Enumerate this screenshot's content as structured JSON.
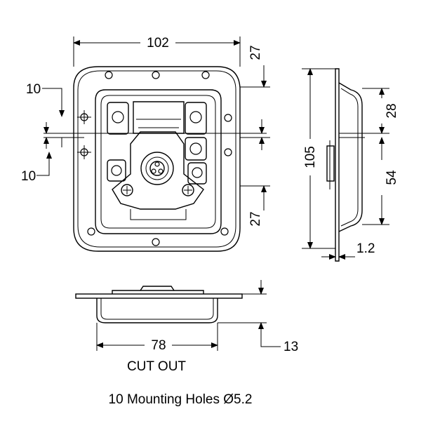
{
  "dimensions": {
    "top_width": "102",
    "top_height_upper": "27",
    "hole_spacing_top": "10",
    "hole_spacing_bottom": "10",
    "side_height": "105",
    "side_upper": "28",
    "side_lower": "54",
    "bottom_gap": "27",
    "thickness": "1.2",
    "cutout_width": "78",
    "depth": "13"
  },
  "captions": {
    "cutout": "CUT OUT",
    "mounting": "10 Mounting Holes Ø5.2"
  }
}
